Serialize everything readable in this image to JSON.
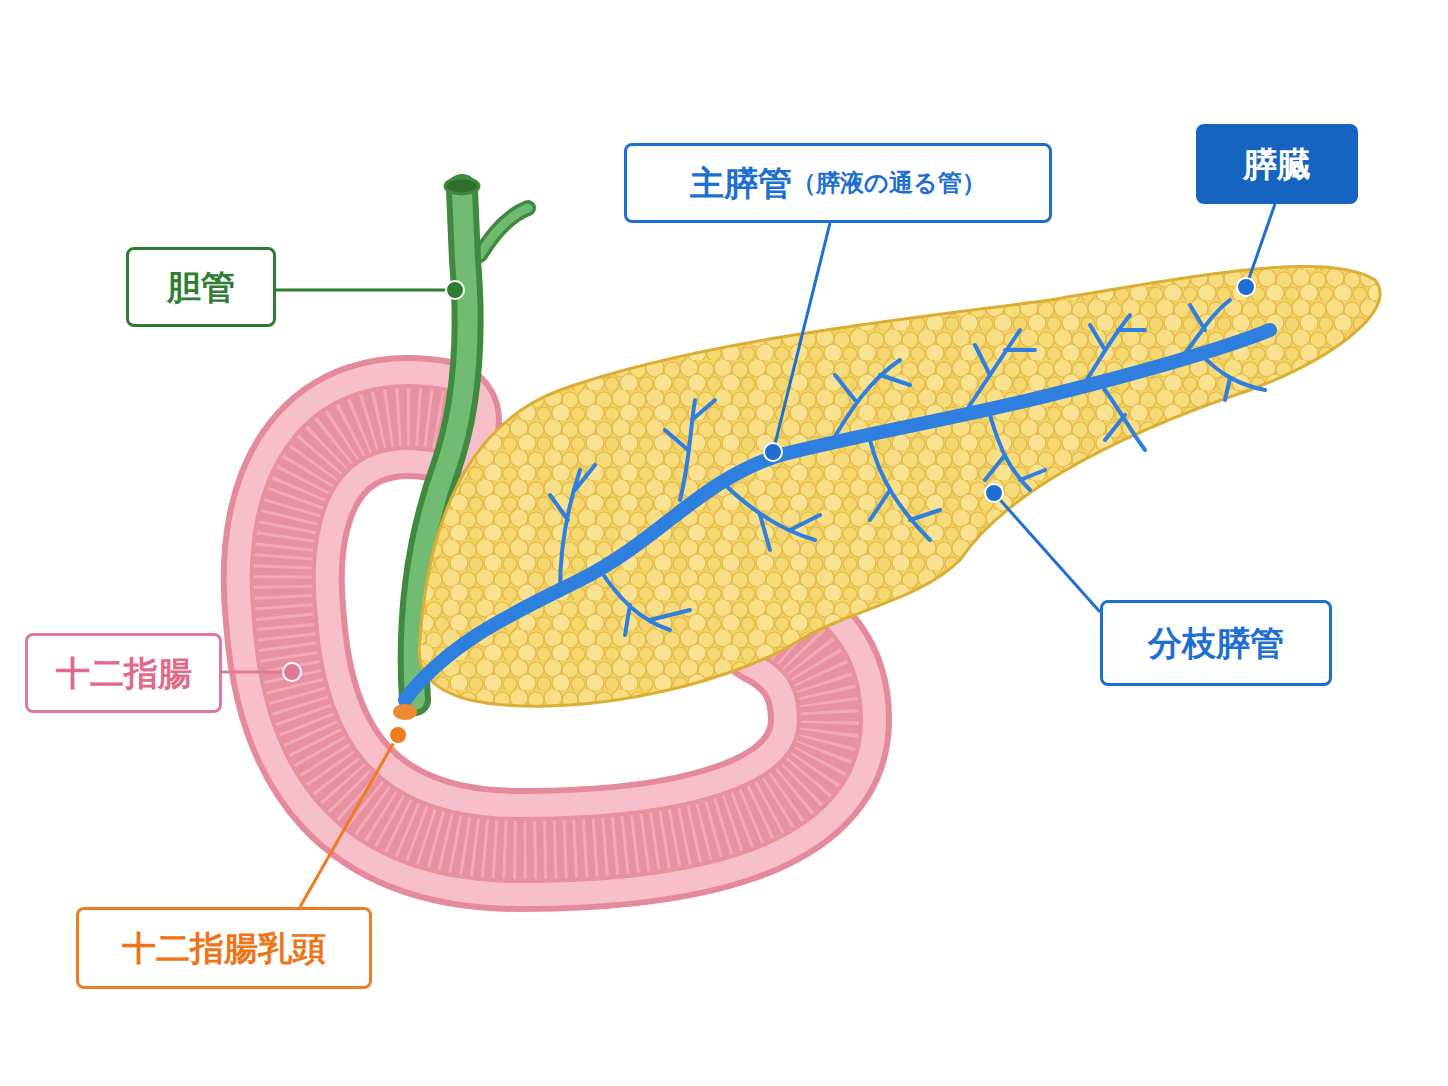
{
  "diagram": {
    "nodes": [
      {
        "text": [
          "主膵管",
          "（膵液の通る管）"
        ]
      },
      {
        "text": [
          "膵臓"
        ]
      },
      {
        "text": [
          "胆管"
        ]
      },
      {
        "text": [
          "分枝膵管"
        ]
      },
      {
        "text": [
          "十二指腸"
        ]
      },
      {
        "text": [
          "十二指腸乳頭"
        ]
      }
    ]
  }
}
